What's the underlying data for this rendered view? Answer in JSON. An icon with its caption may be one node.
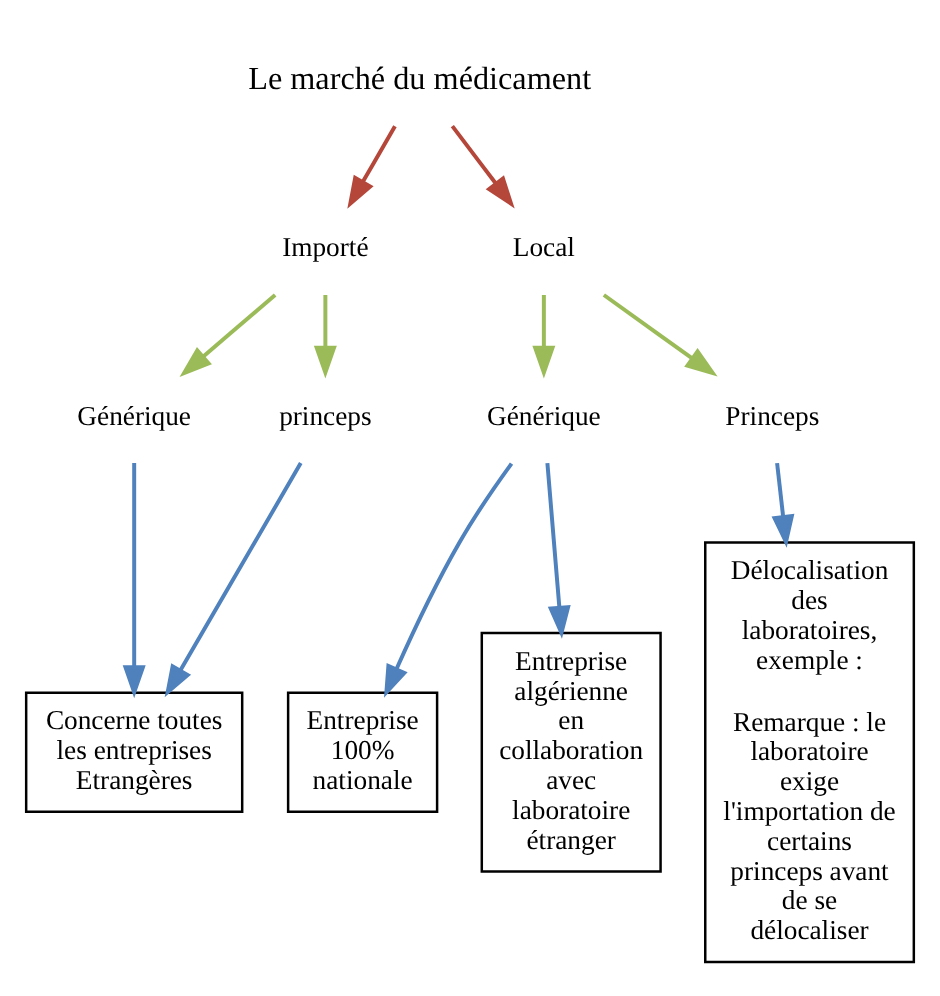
{
  "diagram": {
    "nodes": [
      {
        "text": [
          "Le marché du médicament"
        ]
      },
      {
        "text": [
          "Importé"
        ]
      },
      {
        "text": [
          "Local"
        ]
      },
      {
        "text": [
          "Générique"
        ]
      },
      {
        "text": [
          "princeps"
        ]
      },
      {
        "text": [
          "Générique"
        ]
      },
      {
        "text": [
          "Princeps"
        ]
      },
      {
        "text": [
          "Concerne toutes les entreprises Etrangères"
        ]
      },
      {
        "text": [
          "Entreprise 100% nationale"
        ]
      },
      {
        "text": [
          "Entreprise algérienne en collaboration avec laboratoire étranger"
        ]
      },
      {
        "text": [
          "Délocalisation des laboratoires, exemple :",
          "Remarque : le laboratoire exige l'importation de certains princeps avant de se délocaliser"
        ]
      }
    ],
    "edges": [
      {
        "from": 0,
        "to": 1,
        "arrow": "to",
        "color": "#b5473a"
      },
      {
        "from": 0,
        "to": 2,
        "arrow": "to",
        "color": "#b5473a"
      },
      {
        "from": 1,
        "to": 3,
        "arrow": "to",
        "color": "#9bbb59"
      },
      {
        "from": 1,
        "to": 4,
        "arrow": "to",
        "color": "#9bbb59"
      },
      {
        "from": 2,
        "to": 5,
        "arrow": "to",
        "color": "#9bbb59"
      },
      {
        "from": 2,
        "to": 6,
        "arrow": "to",
        "color": "#9bbb59"
      },
      {
        "from": 3,
        "to": 7,
        "arrow": "to",
        "color": "#4f81bd"
      },
      {
        "from": 4,
        "to": 7,
        "arrow": "to",
        "color": "#4f81bd"
      },
      {
        "from": 5,
        "to": 8,
        "arrow": "to",
        "color": "#4f81bd"
      },
      {
        "from": 5,
        "to": 9,
        "arrow": "to",
        "color": "#4f81bd"
      },
      {
        "from": 6,
        "to": 10,
        "arrow": "to",
        "color": "#4f81bd"
      }
    ]
  }
}
